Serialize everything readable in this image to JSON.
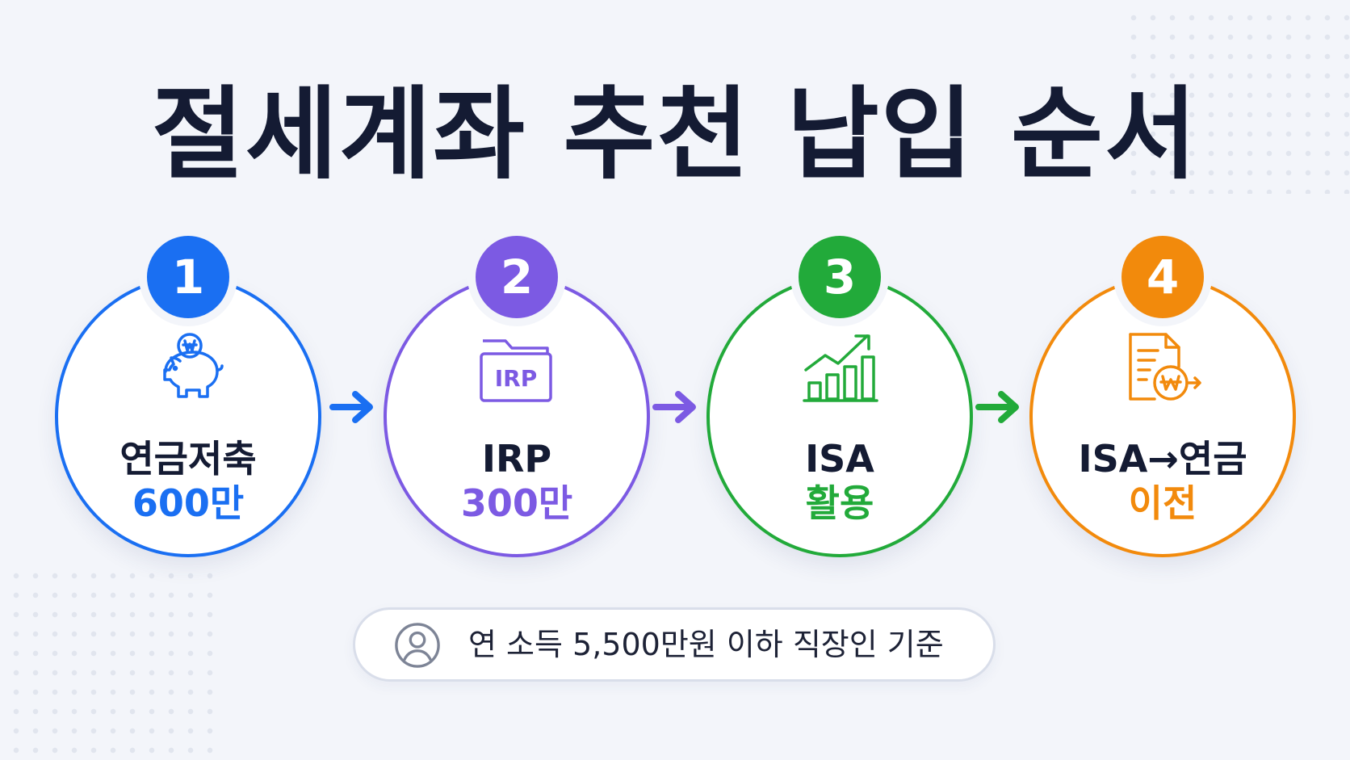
{
  "title": "절세계좌 추천 납입 순서",
  "steps": [
    {
      "number": "1",
      "name": "연금저축",
      "value": "600만",
      "color": "#1a6ff2",
      "icon": "piggy-bank-icon"
    },
    {
      "number": "2",
      "name": "IRP",
      "value": "300만",
      "color": "#7c5ae3",
      "icon": "folder-icon",
      "icon_text": "IRP"
    },
    {
      "number": "3",
      "name": "ISA",
      "value": "활용",
      "color": "#22aa3a",
      "icon": "growth-chart-icon"
    },
    {
      "number": "4",
      "name": "ISA→연금",
      "value": "이전",
      "color": "#f28a0c",
      "icon": "document-transfer-icon"
    }
  ],
  "footer": {
    "icon": "user-icon",
    "text": "연 소득 5,500만원 이하 직장인 기준"
  }
}
